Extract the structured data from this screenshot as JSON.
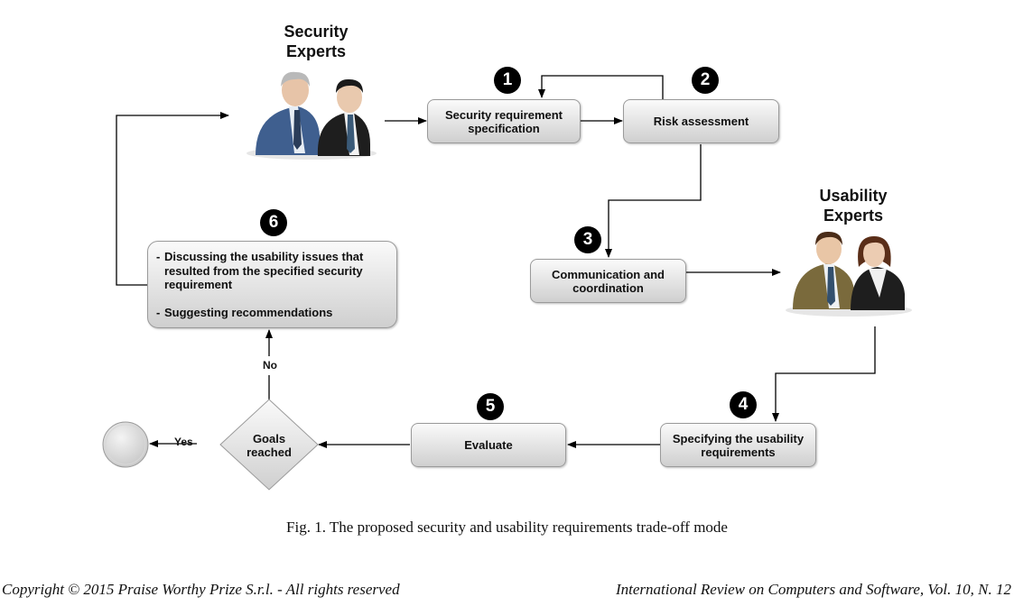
{
  "security_experts": {
    "title_line1": "Security",
    "title_line2": "Experts",
    "icon": "businessmen-icon"
  },
  "usability_experts": {
    "title_line1": "Usability",
    "title_line2": "Experts",
    "icon": "business-team-icon"
  },
  "steps": {
    "s1": {
      "number": "1",
      "line1": "Security requirement",
      "line2": "specification"
    },
    "s2": {
      "number": "2",
      "label": "Risk assessment"
    },
    "s3": {
      "number": "3",
      "line1": "Communication and",
      "line2": "coordination"
    },
    "s4": {
      "number": "4",
      "line1": "Specifying the usability",
      "line2": "requirements"
    },
    "s5": {
      "number": "5",
      "label": "Evaluate"
    },
    "s6": {
      "number": "6",
      "item1_lines": [
        "Discussing the usability issues that",
        "resulted from the specified security",
        "requirement"
      ],
      "item2": "Suggesting recommendations",
      "dash": "-"
    }
  },
  "decision": {
    "line1": "Goals",
    "line2": "reached",
    "yes_label": "Yes",
    "no_label": "No"
  },
  "caption": "Fig. 1. The proposed security and usability requirements trade-off mode",
  "footer": {
    "left": "Copyright © 2015 Praise Worthy Prize S.r.l. - All rights reserved",
    "right": "International Review on Computers and Software, Vol. 10, N. 12"
  },
  "colors": {
    "box_top": "#fafafa",
    "box_bottom": "#cfcfcf",
    "badge": "#000000",
    "arrow": "#000000"
  }
}
